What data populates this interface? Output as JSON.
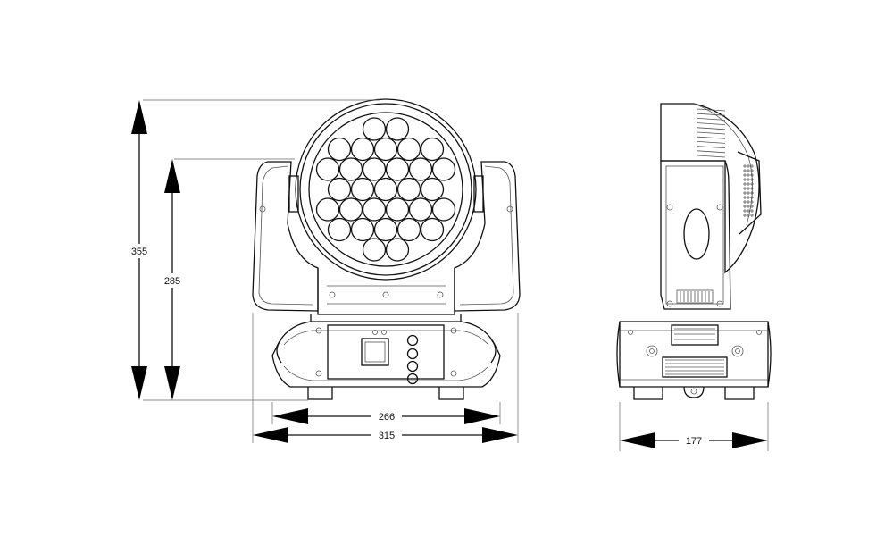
{
  "dimensions": {
    "height_total": "355",
    "height_body": "285",
    "width_head": "266",
    "width_base": "315",
    "depth": "177"
  }
}
